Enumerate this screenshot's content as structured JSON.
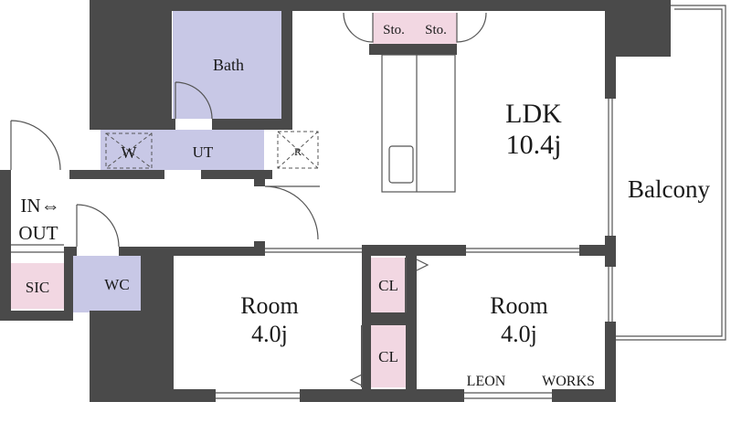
{
  "rooms": {
    "ldk_name": "LDK",
    "ldk_size": "10.4j",
    "bath": "Bath",
    "ut": "UT",
    "washer": "W",
    "fridge": "R",
    "storage_left": "Sto.",
    "storage_right": "Sto.",
    "balcony": "Balcony",
    "entrance_line1": "IN⇔",
    "entrance_line2": "OUT",
    "sic": "SIC",
    "wc": "WC",
    "room1_name": "Room",
    "room1_size": "4.0j",
    "room2_name": "Room",
    "room2_size": "4.0j",
    "closet_upper": "CL",
    "closet_lower": "CL"
  },
  "brand": {
    "left": "LEON",
    "right": "WORKS"
  },
  "colors": {
    "wall": "#4a4a4a",
    "wet_area": "#c8c8e6",
    "storage": "#f2d7e2",
    "floor": "#ffffff",
    "line": "#555555"
  }
}
